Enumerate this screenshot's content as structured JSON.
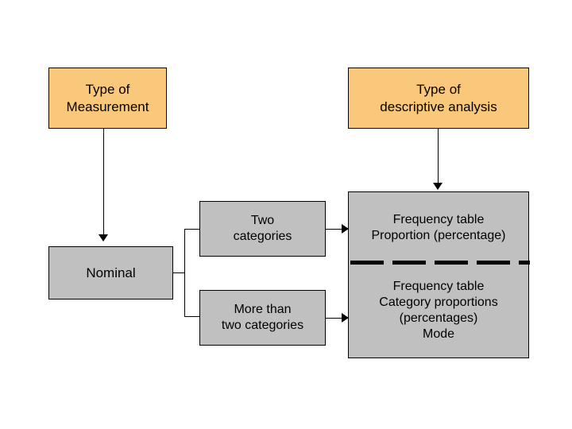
{
  "diagram": {
    "title_boxes": [
      {
        "id": "type-of-measurement",
        "text": "Type of\nMeasurement",
        "color": "#fac87a"
      },
      {
        "id": "type-of-descriptive-analysis",
        "text": "Type of\ndescriptive analysis",
        "color": "#fac87a"
      }
    ],
    "measurement_box": {
      "id": "nominal",
      "text": "Nominal",
      "color": "#c0c0c0"
    },
    "category_boxes": [
      {
        "id": "two-categories",
        "text": "Two\ncategories",
        "color": "#c0c0c0"
      },
      {
        "id": "more-than-two-categories",
        "text": "More than\ntwo categories",
        "color": "#c0c0c0"
      }
    ],
    "analysis_boxes": [
      {
        "id": "analysis-two-categories",
        "text": "Frequency table\nProportion (percentage)",
        "color": "#c0c0c0"
      },
      {
        "id": "analysis-more-than-two-categories",
        "text": "Frequency table\nCategory proportions\n(percentages)\nMode",
        "color": "#c0c0c0"
      }
    ]
  }
}
